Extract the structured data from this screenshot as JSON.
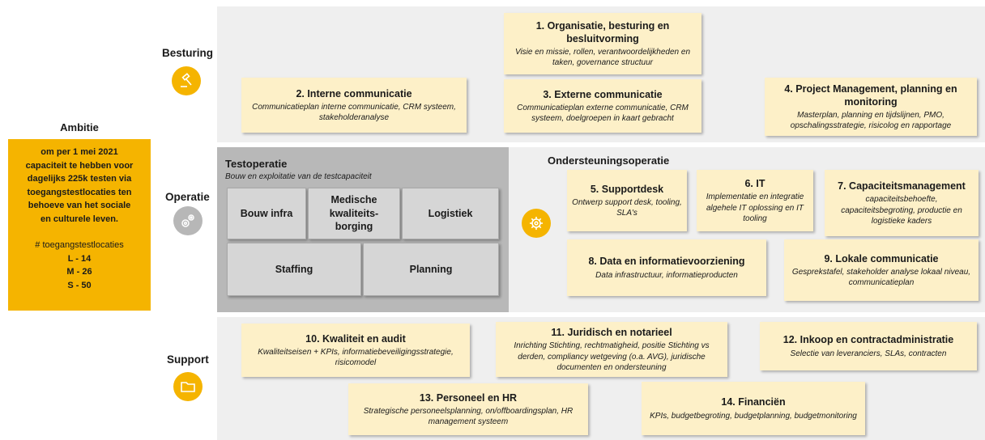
{
  "ambitie": {
    "title": "Ambitie",
    "lines": [
      "om per 1 mei 2021",
      "capaciteit te hebben voor",
      "dagelijks 225k testen via",
      "toegangstestlocaties ten",
      "behoeve van het sociale",
      "en culturele leven.",
      "",
      "# toegangstestlocaties",
      "L - 14",
      "M - 26",
      "S - 50"
    ]
  },
  "sections": {
    "besturing": "Besturing",
    "operatie": "Operatie",
    "support": "Support"
  },
  "icons": {
    "besturing": "gavel-icon",
    "operatie": "gears-icon",
    "ondersteuning": "gear-icon",
    "support": "folder-icon"
  },
  "colors": {
    "accent": "#f5b400",
    "card": "#fdf0c8",
    "band": "#efefef",
    "testoperatie": "#b8b8b8",
    "operatie_icon": "#b7b7b7"
  },
  "besturing": {
    "c1": {
      "title": "1. Organisatie, besturing en besluitvorming",
      "desc": "Visie en missie, rollen, verantwoordelijkheden en taken, governance structuur"
    },
    "c2": {
      "title": "2. Interne communicatie",
      "desc": "Communicatieplan interne communicatie, CRM systeem, stakeholderanalyse"
    },
    "c3": {
      "title": "3. Externe communicatie",
      "desc": "Communicatieplan externe communicatie, CRM systeem, doelgroepen in kaart gebracht"
    },
    "c4": {
      "title": "4. Project Management, planning en monitoring",
      "desc": "Masterplan, planning en tijdslijnen, PMO, opschalingsstrategie, risicolog en rapportage"
    }
  },
  "testoperatie": {
    "title": "Testoperatie",
    "subtitle": "Bouw en exploitatie van de testcapaciteit",
    "boxes": {
      "bouw": "Bouw infra",
      "medisch_1": "Medische",
      "medisch_2": "kwaliteits-",
      "medisch_3": "borging",
      "logistiek": "Logistiek",
      "staffing": "Staffing",
      "planning": "Planning"
    }
  },
  "ondersteuning": {
    "title": "Ondersteuningsoperatie",
    "c5": {
      "title": "5. Supportdesk",
      "desc": "Ontwerp support desk, tooling, SLA's"
    },
    "c6": {
      "title": "6. IT",
      "desc": "Implementatie en integratie algehele IT oplossing en IT tooling"
    },
    "c7": {
      "title": "7. Capaciteitsmanagement",
      "desc": "capaciteitsbehoefte, capaciteitsbegroting, productie en logistieke kaders"
    },
    "c8": {
      "title": "8. Data en informatievoorziening",
      "desc": "Data infrastructuur, informatieproducten"
    },
    "c9": {
      "title": "9. Lokale communicatie",
      "desc": "Gesprekstafel, stakeholder analyse lokaal niveau, communicatieplan"
    }
  },
  "support": {
    "c10": {
      "title": "10. Kwaliteit en audit",
      "desc": "Kwaliteitseisen + KPIs, informatiebeveiligingsstrategie, risicomodel"
    },
    "c11": {
      "title": "11. Juridisch en notarieel",
      "desc": "Inrichting Stichting, rechtmatigheid, positie Stichting vs derden, compliancy wetgeving (o.a. AVG), juridische documenten en ondersteuning"
    },
    "c12": {
      "title": "12. Inkoop en contractadministratie",
      "desc": "Selectie van leveranciers, SLAs, contracten"
    },
    "c13": {
      "title": "13. Personeel en HR",
      "desc": "Strategische personeelsplanning, on/offboardingsplan, HR management systeem"
    },
    "c14": {
      "title": "14. Financiën",
      "desc": "KPIs, budgetbegroting, budgetplanning, budgetmonitoring"
    }
  }
}
